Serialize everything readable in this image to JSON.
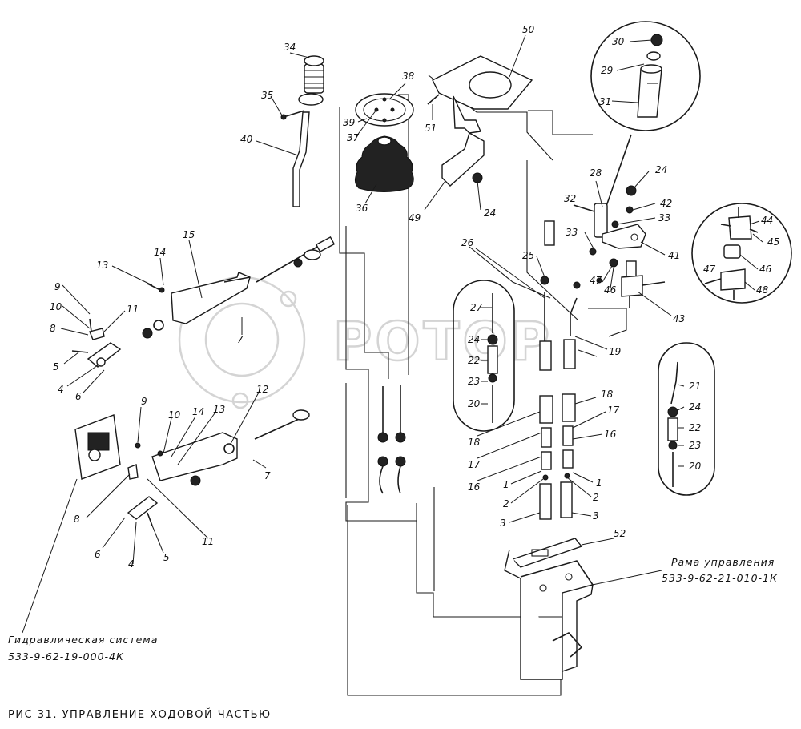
{
  "watermark": {
    "text": "POTOP",
    "color": "#d4d4d4"
  },
  "figure_caption": "РИС 31. УПРАВЛЕНИЕ ХОДОВОЙ ЧАСТЬЮ",
  "annotations": {
    "hydraulic_title": "Гидравлическая система",
    "hydraulic_code": "533-9-62-19-000-4К",
    "frame_title": "Рама управления",
    "frame_code": "533-9-62-21-010-1К"
  },
  "callouts": {
    "c34": "34",
    "c35": "35",
    "c40": "40",
    "c38": "38",
    "c39": "39",
    "c37": "37",
    "c36": "36",
    "c50": "50",
    "c51": "51",
    "c49": "49",
    "c24a": "24",
    "c24b": "24",
    "c30": "30",
    "c29": "29",
    "c31": "31",
    "c28": "28",
    "c32": "32",
    "c42": "42",
    "c33a": "33",
    "c33b": "33",
    "c41": "41",
    "c47a": "47",
    "c46a": "46",
    "c43": "43",
    "c44": "44",
    "c45": "45",
    "c46b": "46",
    "c47b": "47",
    "c48": "48",
    "c25": "25",
    "c26": "26",
    "c19": "19",
    "c27": "27",
    "c24c": "24",
    "c22a": "22",
    "c23a": "23",
    "c20a": "20",
    "c21": "21",
    "c24d": "24",
    "c22b": "22",
    "c23b": "23",
    "c20b": "20",
    "c18a": "18",
    "c18b": "18",
    "c17a": "17",
    "c17b": "17",
    "c16a": "16",
    "c16b": "16",
    "c1a": "1",
    "c1b": "1",
    "c2a": "2",
    "c2b": "2",
    "c3a": "3",
    "c3b": "3",
    "c52": "52",
    "c15": "15",
    "c14a": "14",
    "c13a": "13",
    "c9a": "9",
    "c10a": "10",
    "c11a": "11",
    "c8a": "8",
    "c5a": "5",
    "c4a": "4",
    "c6a": "6",
    "c7a": "7",
    "c9b": "9",
    "c10b": "10",
    "c14b": "14",
    "c13b": "13",
    "c12": "12",
    "c7b": "7",
    "c8b": "8",
    "c11b": "11",
    "c6b": "6",
    "c4b": "4",
    "c5b": "5"
  }
}
